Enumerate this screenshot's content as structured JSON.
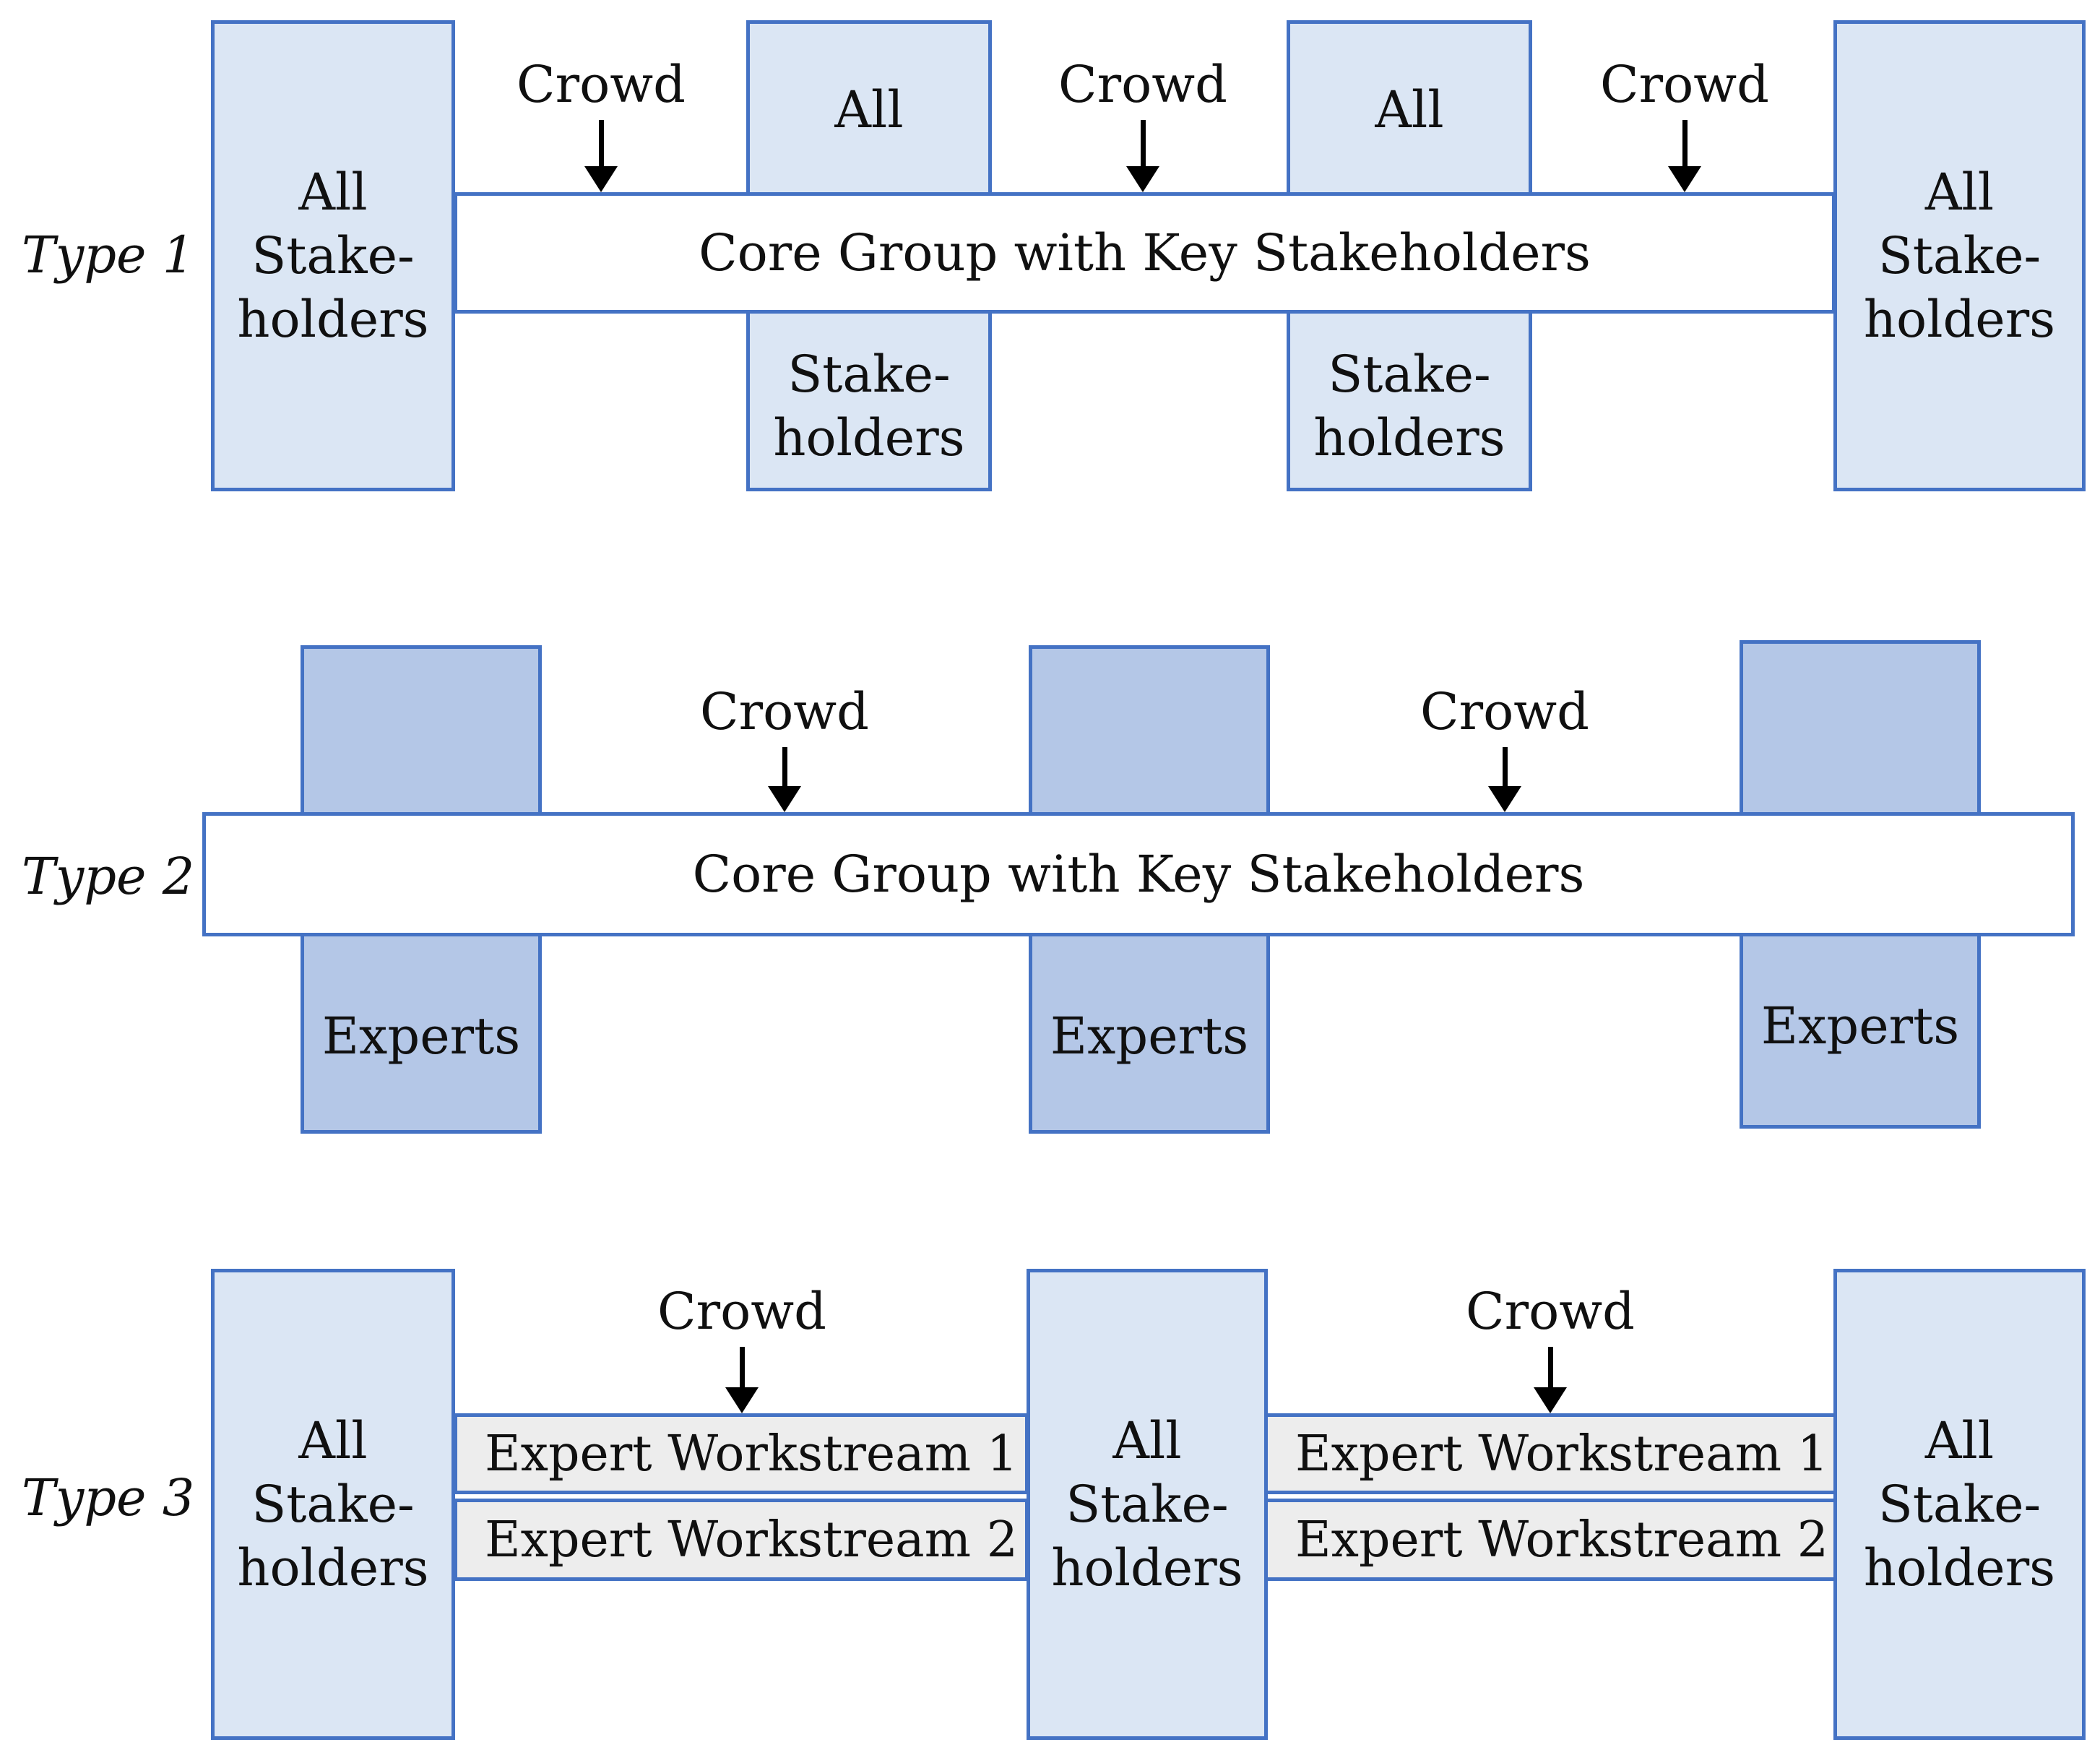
{
  "colors": {
    "border_blue": "#4472c4",
    "light_blue": "#dbe6f4",
    "medium_blue": "#b4c7e7",
    "gray_fill": "#ededed",
    "arrow_black": "#000000",
    "bar_white": "#ffffff",
    "text": "#101010"
  },
  "diagram": {
    "type1": {
      "label": "Type 1",
      "crowd": "Crowd",
      "bar": "Core Group with Key Stakeholders",
      "left_box": [
        "All",
        "Stake-",
        "holders"
      ],
      "mid_box_top": "All",
      "mid_box_bottom": [
        "Stake-",
        "holders"
      ],
      "right_box": [
        "All",
        "Stake-",
        "holders"
      ]
    },
    "type2": {
      "label": "Type 2",
      "crowd": "Crowd",
      "bar": "Core Group with Key Stakeholders",
      "box_label": "Experts"
    },
    "type3": {
      "label": "Type 3",
      "crowd": "Crowd",
      "box": [
        "All",
        "Stake-",
        "holders"
      ],
      "workstreams": [
        "Expert Workstream 1",
        "Expert Workstream 2"
      ]
    }
  }
}
